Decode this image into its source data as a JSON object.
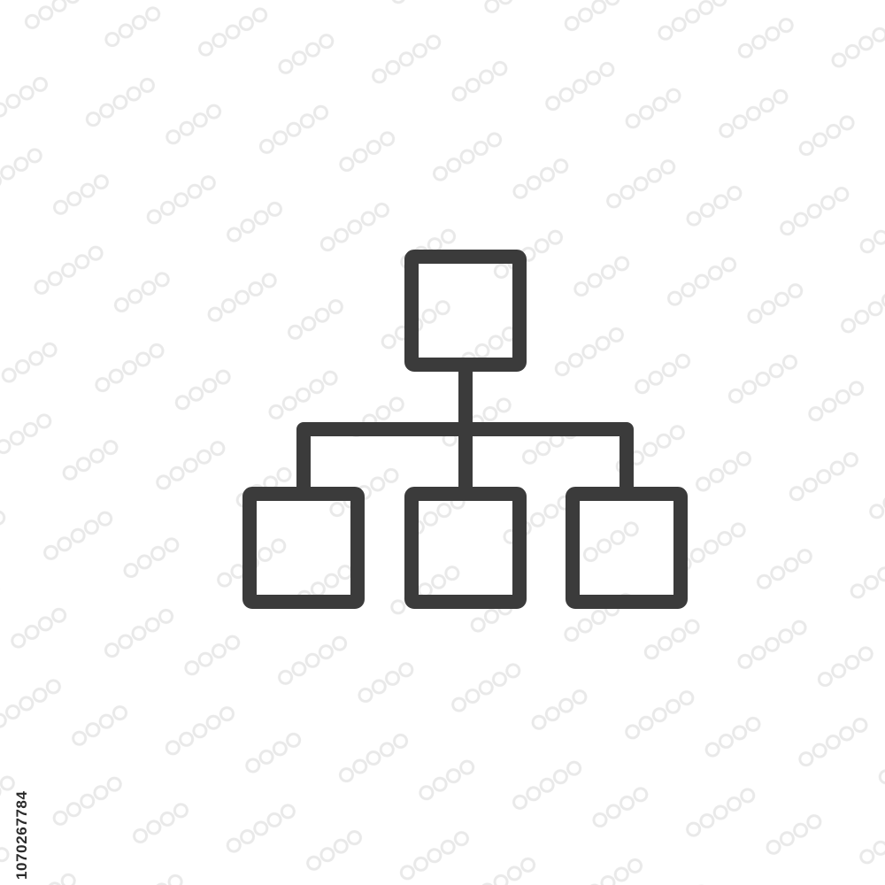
{
  "icon": {
    "name": "sitemap-hierarchy-icon",
    "stroke_color": "#3b3b3b",
    "boxes": [
      "top-box",
      "bottom-left-box",
      "bottom-middle-box",
      "bottom-right-box"
    ]
  },
  "watermark": {
    "stock_id": "1070267784",
    "text_color": "#2a2a2a",
    "pattern_color": "#e9e9e9"
  },
  "background_color": "#ffffff"
}
